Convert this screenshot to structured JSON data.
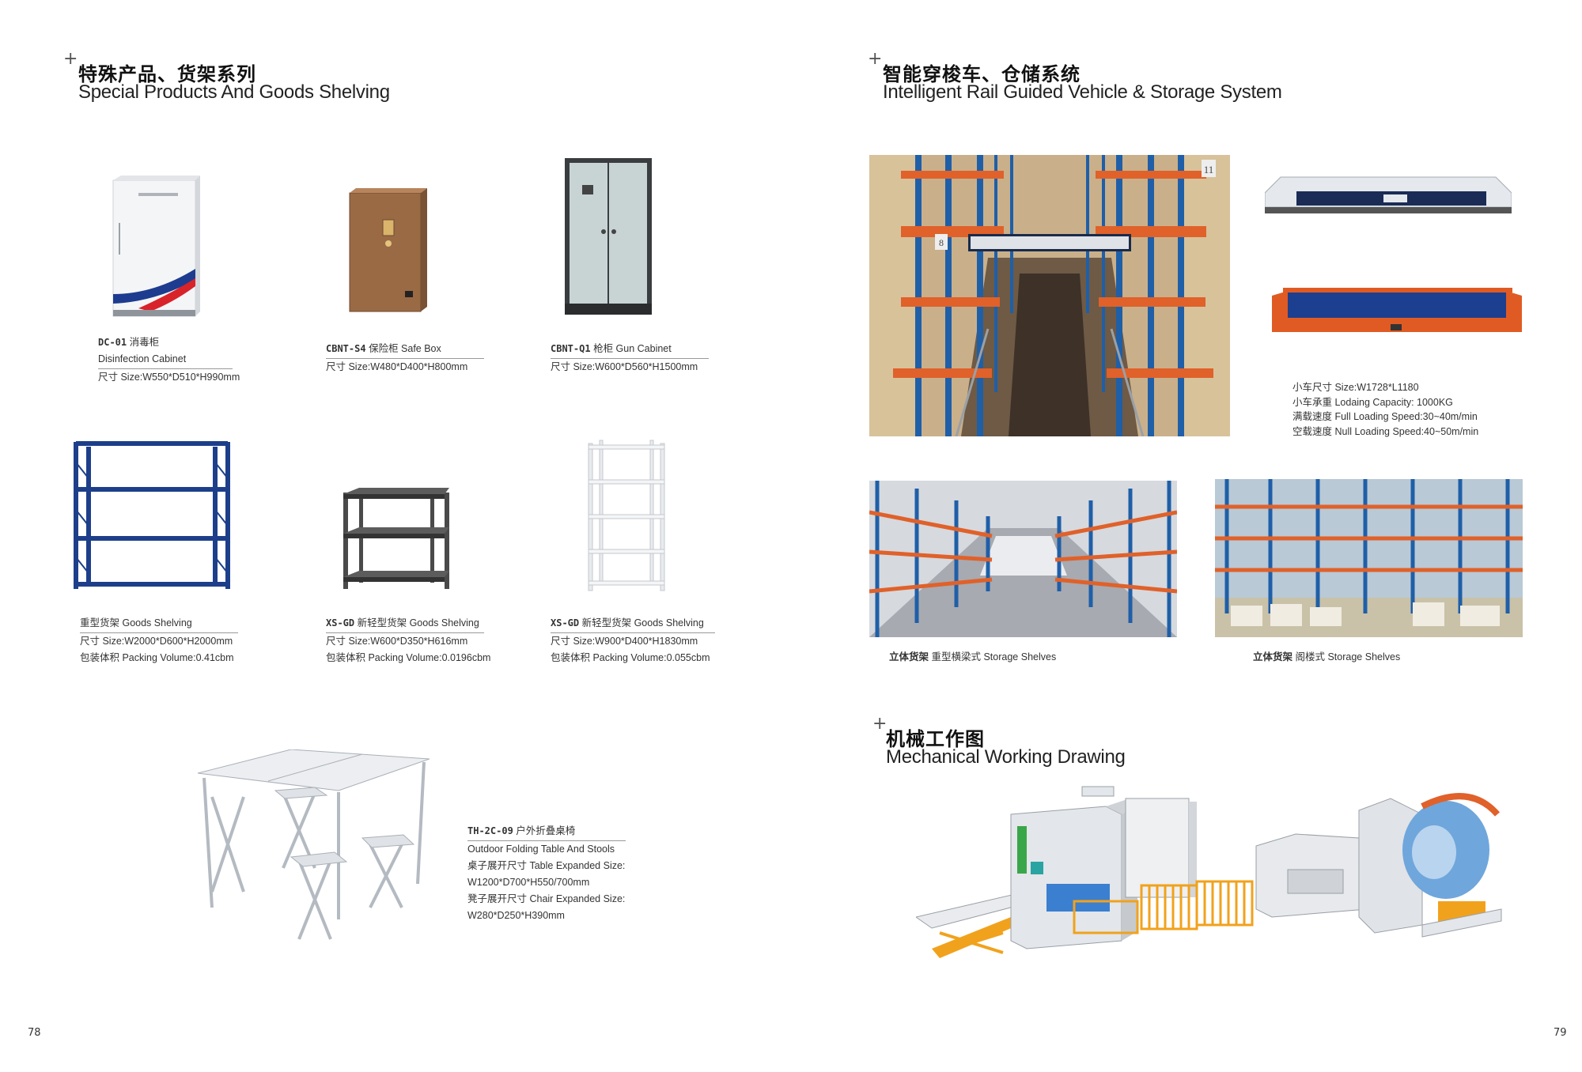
{
  "left_section": {
    "title_cn": "特殊产品、货架系列",
    "title_en": "Special Products And Goods Shelving"
  },
  "products": [
    {
      "code": "DC-01",
      "name_cn": "消毒柜",
      "name_en": "Disinfection Cabinet",
      "size": "尺寸 Size:W550*D510*H990mm"
    },
    {
      "code": "CBNT-S4",
      "name_cn": "保险柜 Safe Box",
      "size": "尺寸 Size:W480*D400*H800mm"
    },
    {
      "code": "CBNT-Q1",
      "name_cn": "枪柜 Gun Cabinet",
      "size": "尺寸 Size:W600*D560*H1500mm"
    },
    {
      "name": "重型货架 Goods Shelving",
      "size": "尺寸 Size:W2000*D600*H2000mm",
      "volume": "包装体积 Packing Volume:0.41cbm"
    },
    {
      "code": "XS-GD",
      "name": "新轻型货架 Goods Shelving",
      "size": "尺寸 Size:W600*D350*H616mm",
      "volume": "包装体积 Packing Volume:0.0196cbm"
    },
    {
      "code": "XS-GD",
      "name": "新轻型货架 Goods Shelving",
      "size": "尺寸 Size:W900*D400*H1830mm",
      "volume": "包装体积 Packing Volume:0.055cbm"
    },
    {
      "code": "TH-2C-09",
      "name_cn": "户外折叠桌椅",
      "lines": [
        "Outdoor Folding Table And Stools",
        "桌子展开尺寸 Table Expanded Size:",
        "W1200*D700*H550/700mm",
        "凳子展开尺寸 Chair Expanded Size:",
        "W280*D250*H390mm"
      ]
    }
  ],
  "right_section": {
    "title_cn": "智能穿梭车、仓储系统",
    "title_en": "Intelligent Rail Guided Vehicle & Storage System"
  },
  "shuttle_specs": [
    "小车尺寸 Size:W1728*L1180",
    "小车承重 Lodaing Capacity: 1000KG",
    "满载速度 Full Loading Speed:30~40m/min",
    "空载速度 Null Loading Speed:40~50m/min"
  ],
  "rack_badges": [
    "11",
    "8"
  ],
  "storage_captions": [
    {
      "bold": "立体货架",
      "rest": "重型横梁式 Storage Shelves"
    },
    {
      "bold": "立体货架",
      "rest": "阁楼式 Storage Shelves"
    }
  ],
  "mech_section": {
    "title_cn": "机械工作图",
    "title_en": "Mechanical Working Drawing"
  },
  "page_numbers": {
    "left": "78",
    "right": "79"
  },
  "colors": {
    "rack_blue": "#1f5fa8",
    "rack_orange": "#e0612a",
    "shelf_navy": "#1d3f8a"
  }
}
